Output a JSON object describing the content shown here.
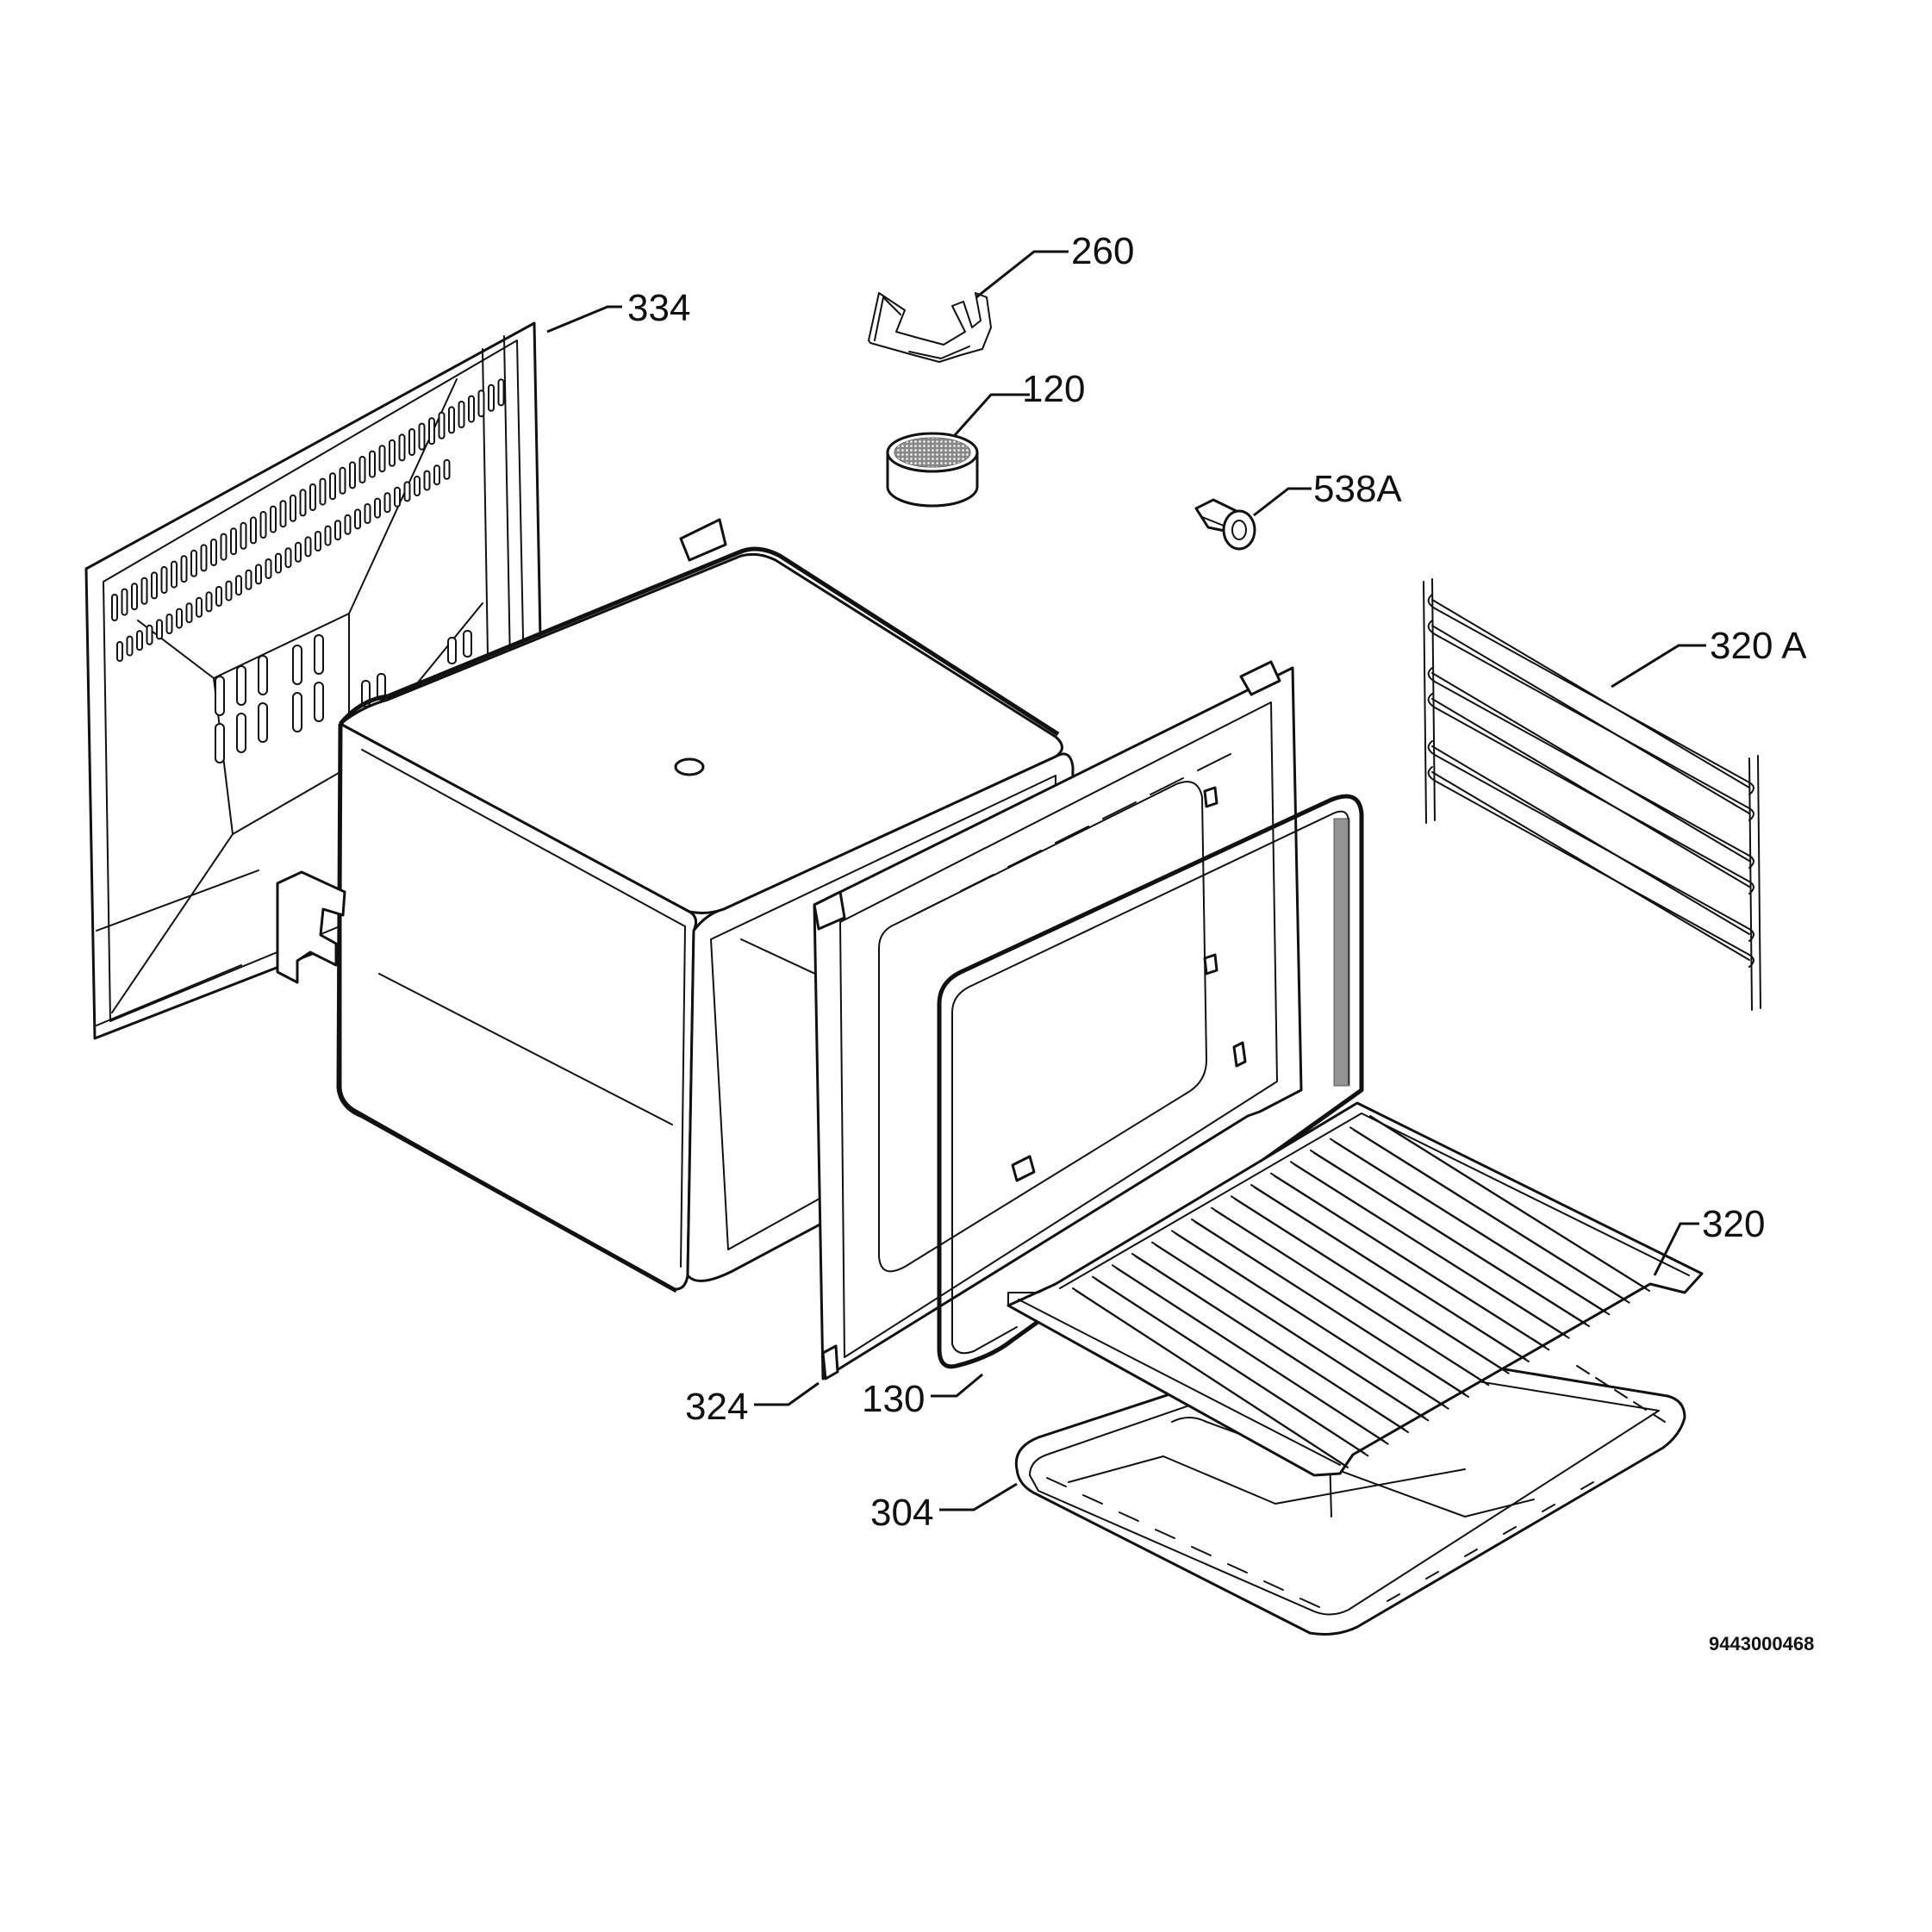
{
  "diagram_code": "9443000468",
  "labels": {
    "p260": "260",
    "p334": "334",
    "p120": "120",
    "p538A": "538A",
    "p320A": "320 A",
    "p320": "320",
    "p324": "324",
    "p130": "130",
    "p304": "304"
  }
}
